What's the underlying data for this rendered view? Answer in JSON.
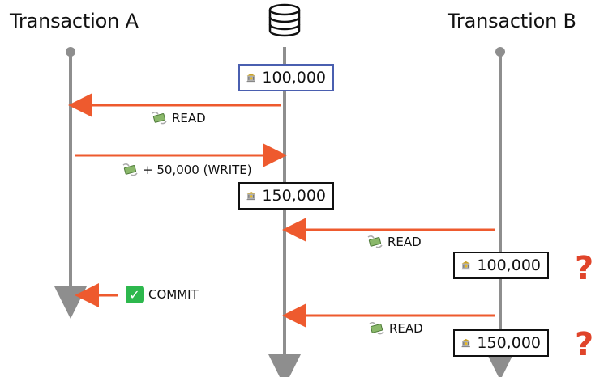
{
  "transaction_a": {
    "title": "Transaction A"
  },
  "transaction_b": {
    "title": "Transaction B"
  },
  "database": {
    "icon": "database-icon"
  },
  "values": {
    "initial": "100,000",
    "after_write": "150,000",
    "b_first_read": "100,000",
    "b_second_read": "150,000"
  },
  "labels": {
    "a_read": "READ",
    "a_write": "+ 50,000 (WRITE)",
    "b_read_1": "READ",
    "commit": "COMMIT",
    "b_read_2": "READ",
    "anomaly_1": "?",
    "anomaly_2": "?"
  },
  "colors": {
    "arrow": "#ee5a2e",
    "timeline": "#8e8e8e",
    "anomaly": "#e0442a",
    "initial_box_border": "#4a5fb0",
    "commit_check": "#2db84d"
  }
}
